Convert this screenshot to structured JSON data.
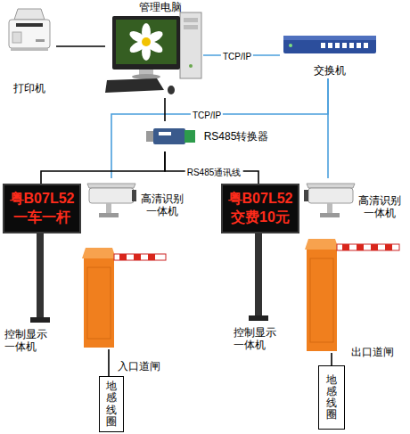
{
  "diagram": {
    "nodes": [
      {
        "text": [
          "打印机"
        ]
      },
      {
        "text": [
          "管理电脑"
        ]
      },
      {
        "text": [
          "交换机"
        ]
      },
      {
        "text": [
          "RS485转换器"
        ]
      },
      {
        "text": [
          "粤B07L52",
          "一车一杆"
        ]
      },
      {
        "text": [
          "高清识别一体机"
        ]
      },
      {
        "text": [
          "粤B07L52",
          "交费10元"
        ]
      },
      {
        "text": [
          "高清识别一体机"
        ]
      },
      {
        "text": [
          "入口道闸"
        ]
      },
      {
        "text": [
          "出口道闸"
        ]
      },
      {
        "text": [
          "地感线圈"
        ]
      },
      {
        "text": [
          "地感线圈"
        ]
      }
    ],
    "edges": [
      {
        "from": 0,
        "to": 1,
        "arrow": "none"
      },
      {
        "from": 1,
        "to": 2,
        "label": "TCP/IP",
        "arrow": "none"
      },
      {
        "from": 2,
        "to": 5,
        "label": "TCP/IP",
        "arrow": "none"
      },
      {
        "from": 2,
        "to": 7,
        "arrow": "none"
      },
      {
        "from": 1,
        "to": 3,
        "arrow": "none"
      },
      {
        "from": 3,
        "to": 6,
        "label": "RS485通讯线",
        "arrow": "none"
      },
      {
        "from": 3,
        "to": 4,
        "arrow": "none"
      },
      {
        "from": 8,
        "to": 10,
        "arrow": "none"
      },
      {
        "from": 9,
        "to": 11,
        "arrow": "none"
      }
    ],
    "labels": [
      "控制显示一体机",
      "控制显示一体机"
    ]
  }
}
